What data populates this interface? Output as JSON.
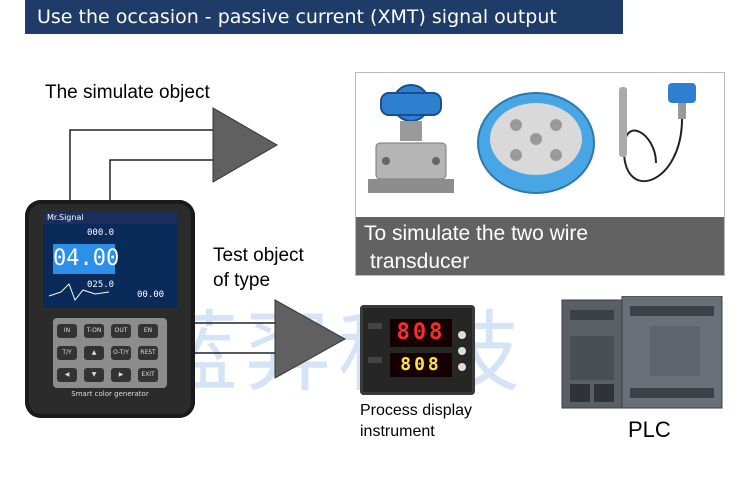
{
  "header": {
    "title": "Use the occasion - passive current (XMT) signal output"
  },
  "labels": {
    "simulate_object": "The simulate object",
    "test_object_line1": "Test object",
    "test_object_line2": "of type",
    "process_display_line1": "Process display",
    "process_display_line2": "instrument",
    "plc": "PLC"
  },
  "caption": {
    "line1": "To simulate the two wire",
    "line2": "transducer"
  },
  "device": {
    "brand": "Mr.Signal",
    "main_value": "04.00",
    "value_top": "000.0",
    "value_mid": "025.0",
    "value_right": "00.00",
    "keys": [
      "IN",
      "T-ON",
      "OUT",
      "EN",
      "T/Y",
      "▲",
      "O-T/Y",
      "REST",
      "◀",
      "▼",
      "▶",
      "EXIT"
    ],
    "footer": "Smart color generator"
  },
  "instrument": {
    "pv": "808",
    "sv": "808"
  },
  "watermark": "蓝羿科技"
}
